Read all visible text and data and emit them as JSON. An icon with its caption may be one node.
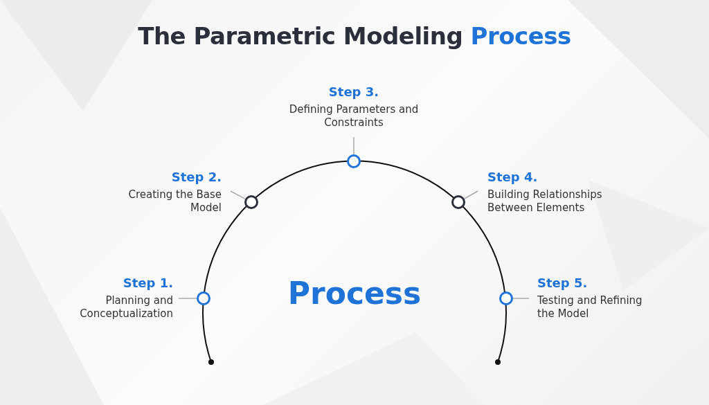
{
  "diagram": {
    "title": "The Parametric Modeling Process",
    "nodes": [
      {
        "text": [
          "Step 1.",
          "Planning and Conceptualization"
        ]
      },
      {
        "text": [],
        "shape": "circle"
      },
      {
        "text": [
          "Step 2.",
          "Creating the Base Model"
        ]
      },
      {
        "text": [],
        "shape": "circle"
      },
      {
        "text": [
          "Step 3.",
          "Defining Parameters and Constraints"
        ]
      },
      {
        "text": [],
        "shape": "circle"
      },
      {
        "text": [
          "Step 4.",
          "Building Relationships Between Elements"
        ]
      },
      {
        "text": [],
        "shape": "circle"
      },
      {
        "text": [
          "Step 5.",
          "Testing and Refining the Model"
        ]
      },
      {
        "text": [],
        "shape": "circle"
      }
    ],
    "edges": [
      {
        "from": 0,
        "to": 1,
        "arrow": "none"
      },
      {
        "from": 2,
        "to": 3,
        "arrow": "none"
      },
      {
        "from": 4,
        "to": 5,
        "arrow": "none"
      },
      {
        "from": 6,
        "to": 7,
        "arrow": "none"
      },
      {
        "from": 8,
        "to": 9,
        "arrow": "none"
      }
    ],
    "labels": [
      "Process"
    ]
  }
}
